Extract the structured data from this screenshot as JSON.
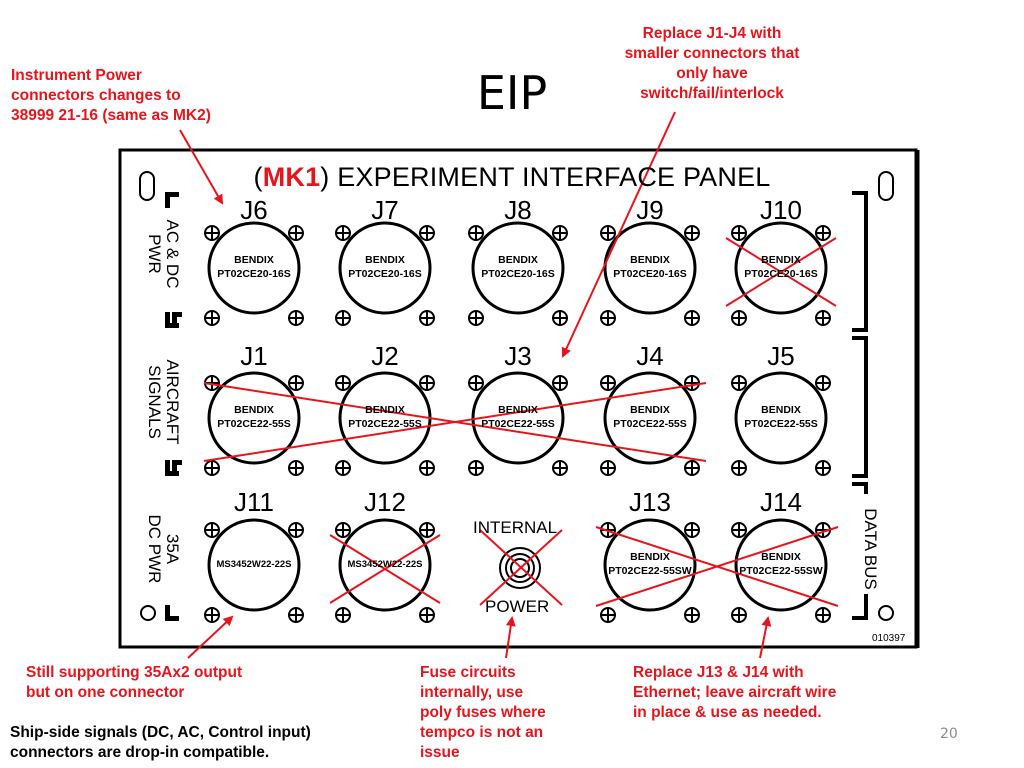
{
  "slide": {
    "title": "EIP",
    "page_number": "20"
  },
  "annotations": {
    "instrument_power": "Instrument Power\nconnectors changes to\n38999 21-16 (same as MK2)",
    "replace_j1_j4": "Replace J1-J4 with\nsmaller connectors that\nonly have\nswitch/fail/interlock",
    "still_supporting": "Still supporting 35Ax2 output\nbut on one connector",
    "fuse_circuits": "Fuse circuits\ninternally, use\npoly fuses where\ntempco is not an\nissue",
    "replace_j13_j14": "Replace J13 & J14 with\nEthernet; leave aircraft wire\nin place & use as needed.",
    "ship_side": "Ship-side signals (DC, AC, Control input)\nconnectors are drop-in compatible."
  },
  "panel": {
    "title_open": "(",
    "title_mk": "MK1",
    "title_close": ")",
    "title_rest": " EXPERIMENT INTERFACE PANEL",
    "serial": "010397",
    "internal_top": "INTERNAL",
    "internal_bottom": "POWER",
    "side_labels": {
      "ac_dc_pwr": "AC & DC\nPWR",
      "aircraft_signals": "AIRCRAFT\nSIGNALS",
      "dc_pwr_35a": "35A\nDC PWR",
      "data_bus": "DATA BUS"
    },
    "connectors": [
      {
        "id": "J6",
        "line1": "BENDIX",
        "line2": "PT02CE20-16S",
        "crossed": false
      },
      {
        "id": "J7",
        "line1": "BENDIX",
        "line2": "PT02CE20-16S",
        "crossed": false
      },
      {
        "id": "J8",
        "line1": "BENDIX",
        "line2": "PT02CE20-16S",
        "crossed": false
      },
      {
        "id": "J9",
        "line1": "BENDIX",
        "line2": "PT02CE20-16S",
        "crossed": false
      },
      {
        "id": "J10",
        "line1": "BENDIX",
        "line2": "PT02CE20-16S",
        "crossed": true
      },
      {
        "id": "J1",
        "line1": "BENDIX",
        "line2": "PT02CE22-55S",
        "crossed": false
      },
      {
        "id": "J2",
        "line1": "BENDIX",
        "line2": "PT02CE22-55S",
        "crossed": false
      },
      {
        "id": "J3",
        "line1": "BENDIX",
        "line2": "PT02CE22-55S",
        "crossed": false
      },
      {
        "id": "J4",
        "line1": "BENDIX",
        "line2": "PT02CE22-55S",
        "crossed": false
      },
      {
        "id": "J5",
        "line1": "BENDIX",
        "line2": "PT02CE22-55S",
        "crossed": false
      },
      {
        "id": "J11",
        "line1": "",
        "line2": "MS3452W22-22S",
        "crossed": false
      },
      {
        "id": "J12",
        "line1": "",
        "line2": "MS3452W22-22S",
        "crossed": true
      },
      {
        "id": "J13",
        "line1": "BENDIX",
        "line2": "PT02CE22-55SW",
        "crossed": false
      },
      {
        "id": "J14",
        "line1": "BENDIX",
        "line2": "PT02CE22-55SW",
        "crossed": false
      }
    ]
  },
  "colors": {
    "annotation_red": "#e8141c",
    "panel_black": "#000000",
    "page_number_gray": "#8c8c8c"
  }
}
